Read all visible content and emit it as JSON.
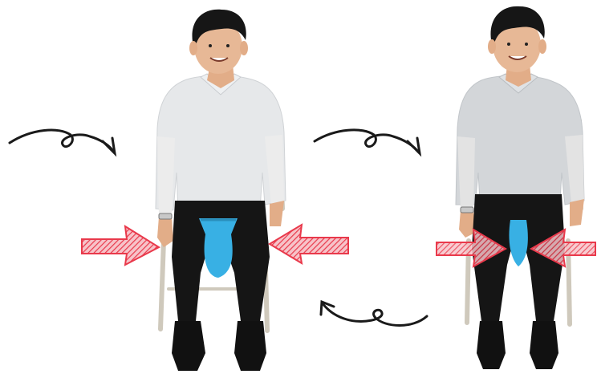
{
  "scene": {
    "figures": [
      {
        "name": "person-sitting-relaxed",
        "state": "start: ball held loosely between knees"
      },
      {
        "name": "person-sitting-squeezing",
        "state": "squeeze: knees pressed inward on ball"
      }
    ],
    "props": [
      "chair",
      "blue-ball",
      "wristwatch"
    ],
    "colors": {
      "background": "#ffffff",
      "shirt": "#e6e8ea",
      "shirt_faded": "#d3d6d9",
      "pants": "#151515",
      "skin": "#e7b896",
      "hair": "#161616",
      "ball": "#38b0e4",
      "chair": "#cfc9bc",
      "press_arrow": "#e9394b",
      "flow_arrow": "#1a1a1a"
    },
    "icons": [
      "curved-flow-arrow",
      "press-arrow-right",
      "press-arrow-left",
      "return-flow-arrow"
    ]
  }
}
